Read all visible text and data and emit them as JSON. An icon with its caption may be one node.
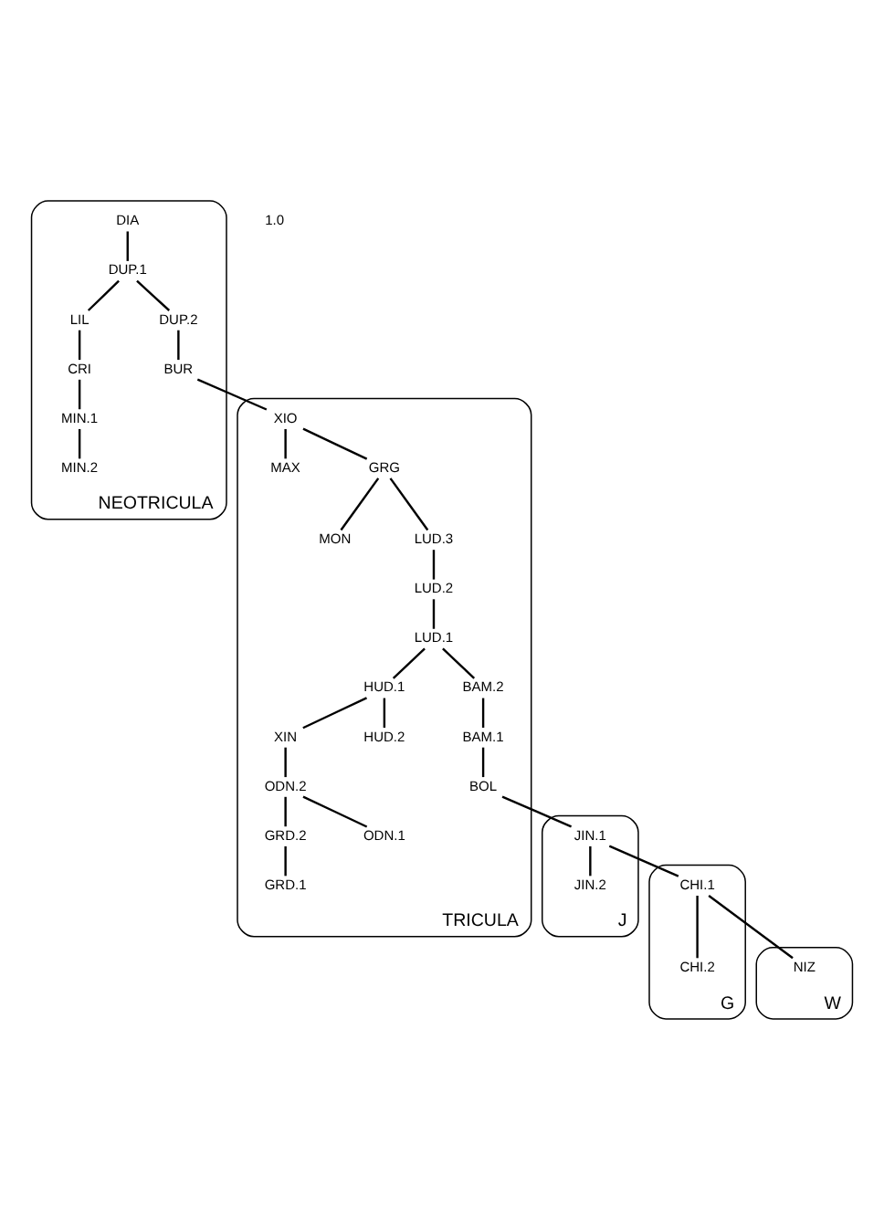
{
  "diagram": {
    "nodes": [
      {
        "text": [
          "NEOTRICULA"
        ]
      },
      {
        "text": [
          "DIA"
        ],
        "in": 0
      },
      {
        "text": [
          "DUP.1"
        ],
        "in": 0
      },
      {
        "text": [
          "LIL"
        ],
        "in": 0
      },
      {
        "text": [
          "CRI"
        ],
        "in": 0
      },
      {
        "text": [
          "MIN.1"
        ],
        "in": 0
      },
      {
        "text": [
          "MIN.2"
        ],
        "in": 0
      },
      {
        "text": [
          "DUP.2"
        ],
        "in": 0
      },
      {
        "text": [
          "BUR"
        ],
        "in": 0
      },
      {
        "text": [
          "TRICULA"
        ]
      },
      {
        "text": [
          "MAX"
        ],
        "in": 9
      },
      {
        "text": [
          "XIO"
        ],
        "in": 9
      },
      {
        "text": [
          "MON"
        ],
        "in": 9
      },
      {
        "text": [
          "GRG"
        ],
        "in": 9
      },
      {
        "text": [
          "LUD.3"
        ],
        "in": 9
      },
      {
        "text": [
          "LUD.2"
        ],
        "in": 9
      },
      {
        "text": [
          "LUD.1"
        ],
        "in": 9
      },
      {
        "text": [
          "HUD.1"
        ],
        "in": 9
      },
      {
        "text": [
          "XIN"
        ],
        "in": 9
      },
      {
        "text": [
          "HUD.2"
        ],
        "in": 9
      },
      {
        "text": [
          "BAM.2"
        ],
        "in": 9
      },
      {
        "text": [
          "GRD.2"
        ],
        "in": 9
      },
      {
        "text": [
          "ODN.2"
        ],
        "in": 9
      },
      {
        "text": [
          "BAM.1"
        ],
        "in": 9
      },
      {
        "text": [
          "GRD.1"
        ],
        "in": 9
      },
      {
        "text": [
          "ODN.1"
        ],
        "in": 9
      },
      {
        "text": [
          "BOL"
        ],
        "in": 9
      },
      {
        "text": [
          "J"
        ]
      },
      {
        "text": [
          "JIN.1"
        ],
        "in": 27
      },
      {
        "text": [
          "JIN.2"
        ],
        "in": 27
      },
      {
        "text": [
          "G"
        ]
      },
      {
        "text": [
          "CHI.1"
        ],
        "in": 30
      },
      {
        "text": [
          "CHI.2"
        ],
        "in": 30
      },
      {
        "text": [
          "W"
        ]
      },
      {
        "text": [
          "NIZ"
        ],
        "in": 33
      }
    ],
    "edges": [
      {
        "from": 1,
        "to": 2,
        "arrow": "none"
      },
      {
        "from": 2,
        "to": 3,
        "arrow": "none"
      },
      {
        "from": 3,
        "to": 4,
        "arrow": "none"
      },
      {
        "from": 4,
        "to": 5,
        "arrow": "none"
      },
      {
        "from": 5,
        "to": 6,
        "arrow": "none"
      },
      {
        "from": 2,
        "to": 7,
        "arrow": "none"
      },
      {
        "from": 7,
        "to": 8,
        "arrow": "none"
      },
      {
        "from": 8,
        "to": 11,
        "arrow": "none"
      },
      {
        "from": 11,
        "to": 10,
        "arrow": "none"
      },
      {
        "from": 11,
        "to": 13,
        "arrow": "none"
      },
      {
        "from": 13,
        "to": 12,
        "arrow": "none"
      },
      {
        "from": 13,
        "to": 14,
        "arrow": "none"
      },
      {
        "from": 14,
        "to": 15,
        "arrow": "none"
      },
      {
        "from": 15,
        "to": 16,
        "arrow": "none"
      },
      {
        "from": 16,
        "to": 17,
        "arrow": "none"
      },
      {
        "from": 17,
        "to": 19,
        "arrow": "none"
      },
      {
        "from": 17,
        "to": 18,
        "arrow": "none"
      },
      {
        "from": 18,
        "to": 22,
        "arrow": "none"
      },
      {
        "from": 22,
        "to": 25,
        "arrow": "none"
      },
      {
        "from": 22,
        "to": 21,
        "arrow": "none"
      },
      {
        "from": 21,
        "to": 24,
        "arrow": "none"
      },
      {
        "from": 16,
        "to": 20,
        "arrow": "none"
      },
      {
        "from": 20,
        "to": 23,
        "arrow": "none"
      },
      {
        "from": 23,
        "to": 26,
        "arrow": "none"
      },
      {
        "from": 26,
        "to": 28,
        "arrow": "none"
      },
      {
        "from": 28,
        "to": 29,
        "arrow": "none"
      },
      {
        "from": 28,
        "to": 31,
        "arrow": "none"
      },
      {
        "from": 31,
        "to": 32,
        "arrow": "none"
      },
      {
        "from": 31,
        "to": 34,
        "arrow": "none"
      }
    ],
    "labels": [
      "1.0"
    ]
  }
}
